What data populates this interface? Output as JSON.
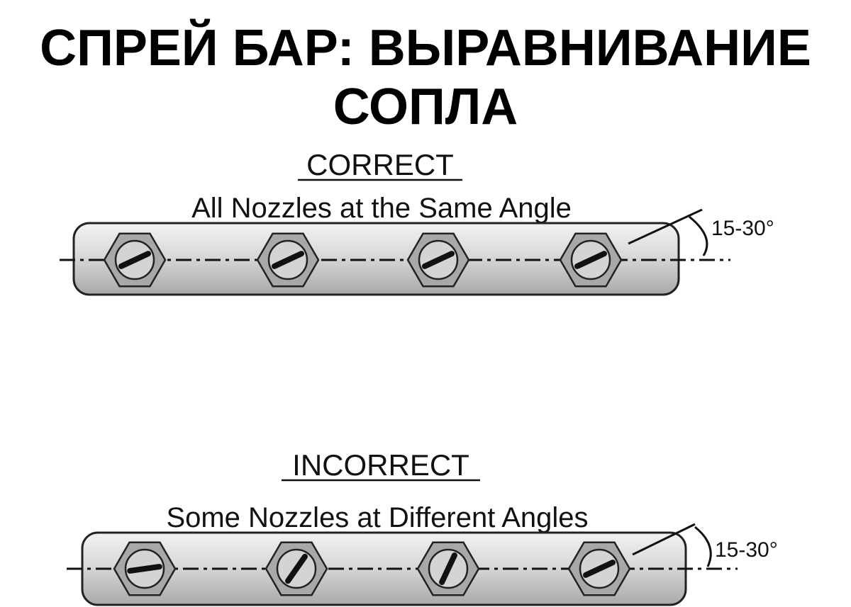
{
  "title": {
    "line1": "СПРЕЙ БАР: ВЫРАВНИВАНИЕ",
    "line2": "СОПЛА"
  },
  "panels": [
    {
      "id": "correct",
      "heading": "CORRECT",
      "caption": "All Nozzles at the Same Angle",
      "angle_label": "15-30°",
      "nozzle_slot_angles_deg": [
        -25,
        -25,
        -25,
        -25
      ]
    },
    {
      "id": "incorrect",
      "heading": "INCORRECT",
      "caption": "Some Nozzles at Different Angles",
      "angle_label": "15-30°",
      "nozzle_slot_angles_deg": [
        -8,
        -55,
        -65,
        -25
      ]
    }
  ],
  "colors": {
    "bar_fill_light": "#e6e6e6",
    "bar_fill_dark": "#b4b4b4",
    "hex_fill": "#a8a8a8",
    "disc_fill": "#d4d4d4",
    "outline": "#222222"
  }
}
